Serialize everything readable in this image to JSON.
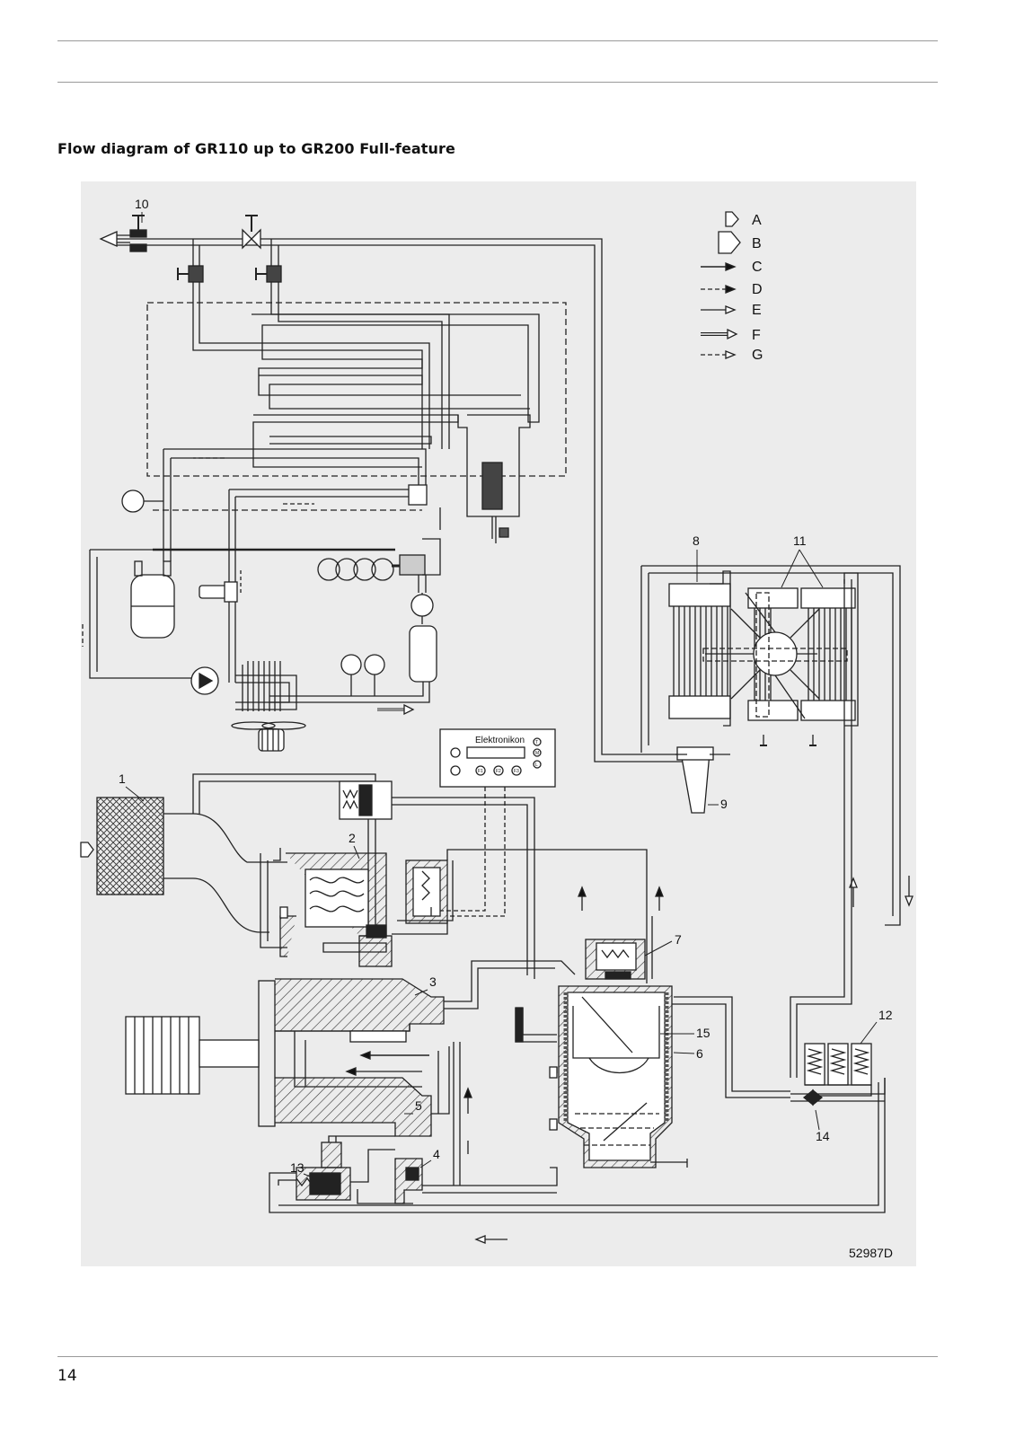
{
  "page": {
    "title": "Flow diagram of GR110 up to GR200 Full-feature",
    "page_number": "14"
  },
  "diagram": {
    "drawing_number": "52987D",
    "controller_label": "Elektronikon",
    "controller_buttons": [
      "T",
      "M",
      "L"
    ],
    "controller_keys": [
      "F1",
      "F2",
      "F3"
    ],
    "legend": [
      "A",
      "B",
      "C",
      "D",
      "E",
      "F",
      "G"
    ],
    "callouts": {
      "c1": "1",
      "c2": "2",
      "c3": "3",
      "c4": "4",
      "c5": "5",
      "c6": "6",
      "c7": "7",
      "c8": "8",
      "c9": "9",
      "c10": "10",
      "c11": "11",
      "c12": "12",
      "c13": "13",
      "c14": "14",
      "c15": "15"
    }
  }
}
